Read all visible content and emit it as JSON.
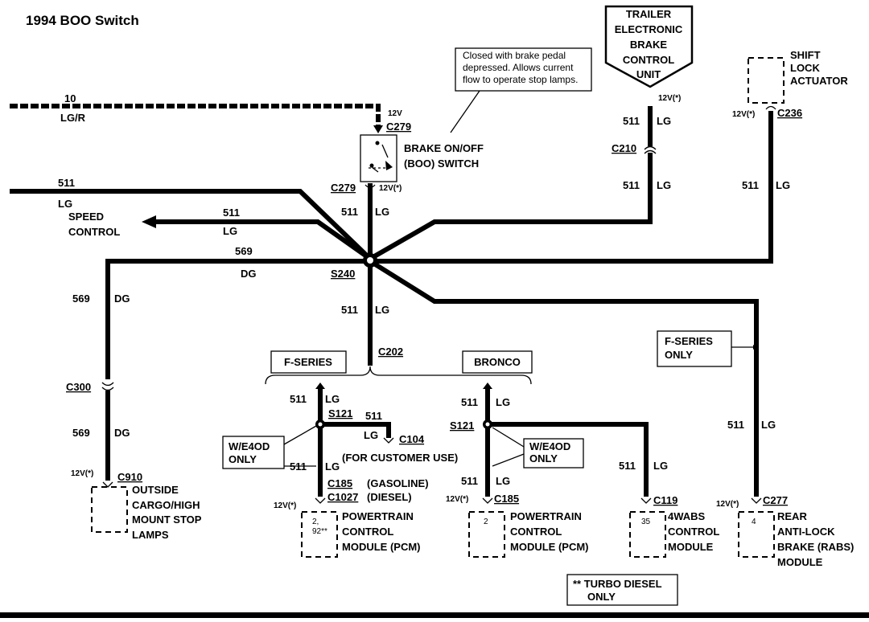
{
  "title": "1994 BOO Switch",
  "note_closed": [
    "Closed with brake pedal",
    "depressed. Allows current",
    "flow to operate stop lamps."
  ],
  "trailer_unit": [
    "TRAILER",
    "ELECTRONIC",
    "BRAKE",
    "CONTROL",
    "UNIT"
  ],
  "shift_lock": [
    "SHIFT",
    "LOCK",
    "ACTUATOR"
  ],
  "boo_switch": [
    "BRAKE  ON/OFF",
    "(BOO) SWITCH"
  ],
  "speed_control": [
    "SPEED",
    "CONTROL"
  ],
  "outside_lamps": [
    "OUTSIDE",
    "CARGO/HIGH",
    "MOUNT  STOP",
    "LAMPS"
  ],
  "pcm": [
    "POWERTRAIN",
    "CONTROL",
    "MODULE  (PCM)"
  ],
  "wabs": [
    "4WABS",
    "CONTROL",
    "MODULE"
  ],
  "rabs": [
    "REAR",
    "ANTI-LOCK",
    "BRAKE  (RABS)",
    "MODULE"
  ],
  "turbo_note": [
    "** TURBO DIESEL",
    "ONLY"
  ],
  "fseries_only": [
    "F-SERIES",
    "ONLY"
  ],
  "we40d_only": [
    "W/E4OD",
    "ONLY"
  ],
  "labels": {
    "f_series": "F-SERIES",
    "bronco": "BRONCO",
    "for_customer": "(FOR  CUSTOMER  USE)",
    "gasoline": "(GASOLINE)",
    "diesel": "(DIESEL)",
    "pin_pcm_fseries": [
      "2,",
      "92**"
    ],
    "pin_pcm_bronco": "2",
    "pin_wabs": "35",
    "pin_rabs": "4"
  },
  "connectors": {
    "c279": "C279",
    "c210": "C210",
    "c236": "C236",
    "s240": "S240",
    "c202": "C202",
    "c300": "C300",
    "c910": "C910",
    "s121": "S121",
    "c104": "C104",
    "c185": "C185",
    "c1027": "C1027",
    "c119": "C119",
    "c277": "C277"
  },
  "wires": {
    "w10": "10",
    "lg_r": "LG/R",
    "w511": "511",
    "lg": "LG",
    "w569": "569",
    "dg": "DG"
  },
  "voltage": {
    "v12": "12V",
    "v12s": "12V(*)"
  }
}
